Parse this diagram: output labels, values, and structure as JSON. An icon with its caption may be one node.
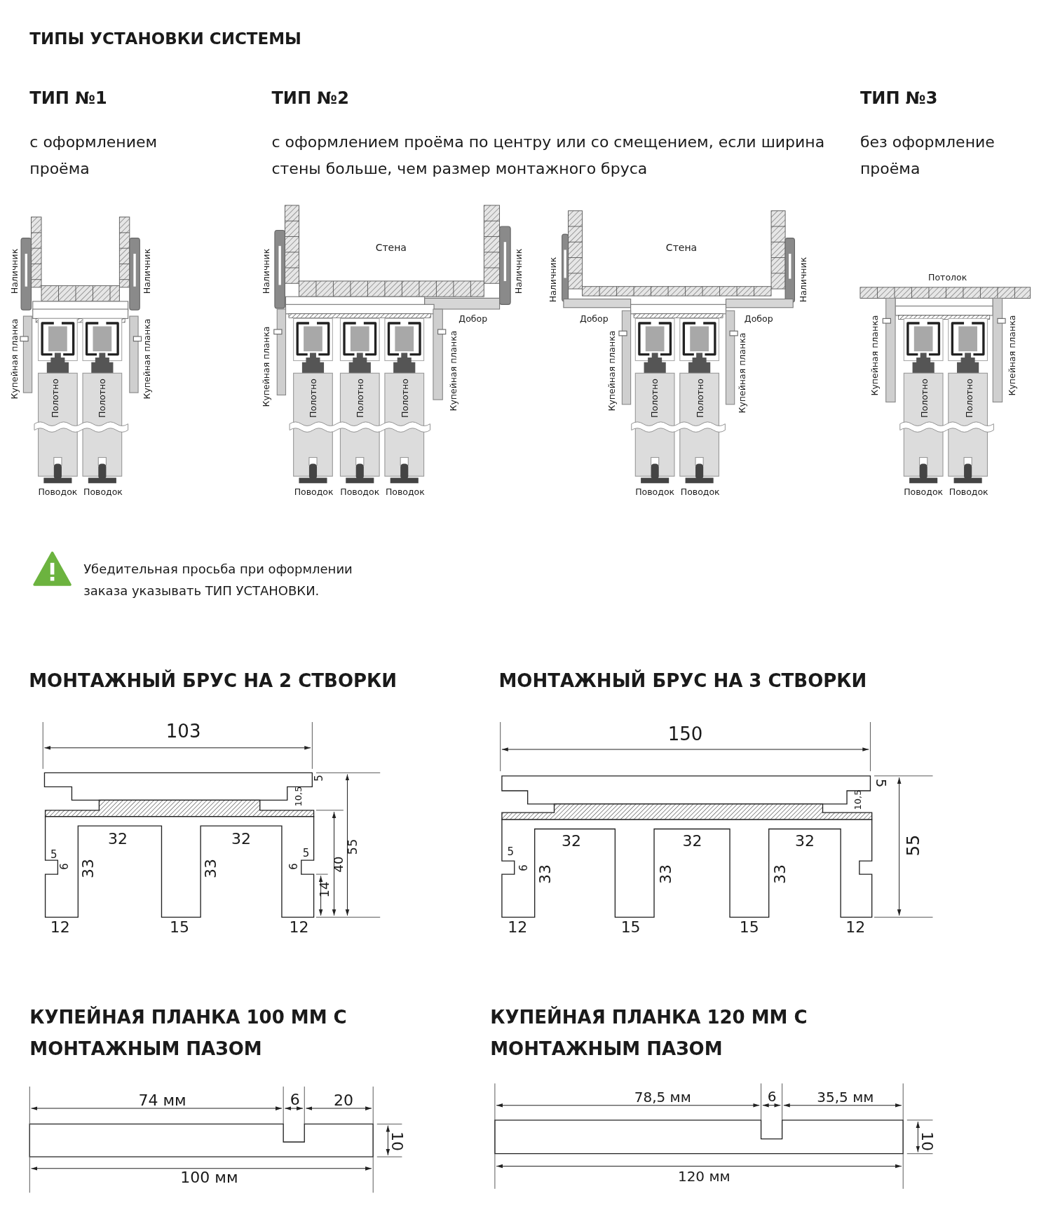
{
  "diagram": {
    "title": "ТИПЫ УСТАНОВКИ СИСТЕМЫ",
    "labels": [
      "ТИП №1",
      "с оформлением проёма",
      "ТИП №2",
      "с оформлением проёма по центру или со смещением, если ширина стены больше, чем размер монтажного бруса",
      "ТИП №3",
      "без оформление проёма",
      "Наличник",
      "Наличник",
      "Купейная планка",
      "Купейная планка",
      "Полотно",
      "Полотно",
      "Поводок",
      "Поводок",
      "Стена",
      "Наличник",
      "Наличник",
      "Добор",
      "Купейная планка",
      "Купейная планка",
      "Полотно",
      "Полотно",
      "Полотно",
      "Поводок",
      "Поводок",
      "Поводок",
      "Стена",
      "Наличник",
      "Наличник",
      "Добор",
      "Добор",
      "Купейная планка",
      "Купейная планка",
      "Полотно",
      "Полотно",
      "Поводок",
      "Поводок",
      "Потолок",
      "Купейная планка",
      "Купейная планка",
      "Полотно",
      "Полотно",
      "Поводок",
      "Поводок",
      "Убедительная просьба при оформлении заказа указывать ТИП УСТАНОВКИ.",
      "МОНТАЖНЫЙ БРУС НА 2 СТВОРКИ",
      "МОНТАЖНЫЙ БРУС НА 3 СТВОРКИ",
      "103",
      "5",
      "10,5",
      "32",
      "32",
      "5",
      "6",
      "33",
      "33",
      "6",
      "5",
      "40",
      "55",
      "14",
      "12",
      "15",
      "12",
      "150",
      "5",
      "10,5",
      "32",
      "32",
      "32",
      "5",
      "6",
      "33",
      "33",
      "33",
      "55",
      "12",
      "15",
      "15",
      "12",
      "КУПЕЙНАЯ ПЛАНКА 100 ММ С МОНТАЖНЫМ ПАЗОМ",
      "КУПЕЙНАЯ ПЛАНКА 120 ММ С МОНТАЖНЫМ ПАЗОМ",
      "74 мм",
      "6",
      "20",
      "10",
      "100 мм",
      "78,5 мм",
      "6",
      "35,5 мм",
      "10",
      "120 мм"
    ]
  }
}
